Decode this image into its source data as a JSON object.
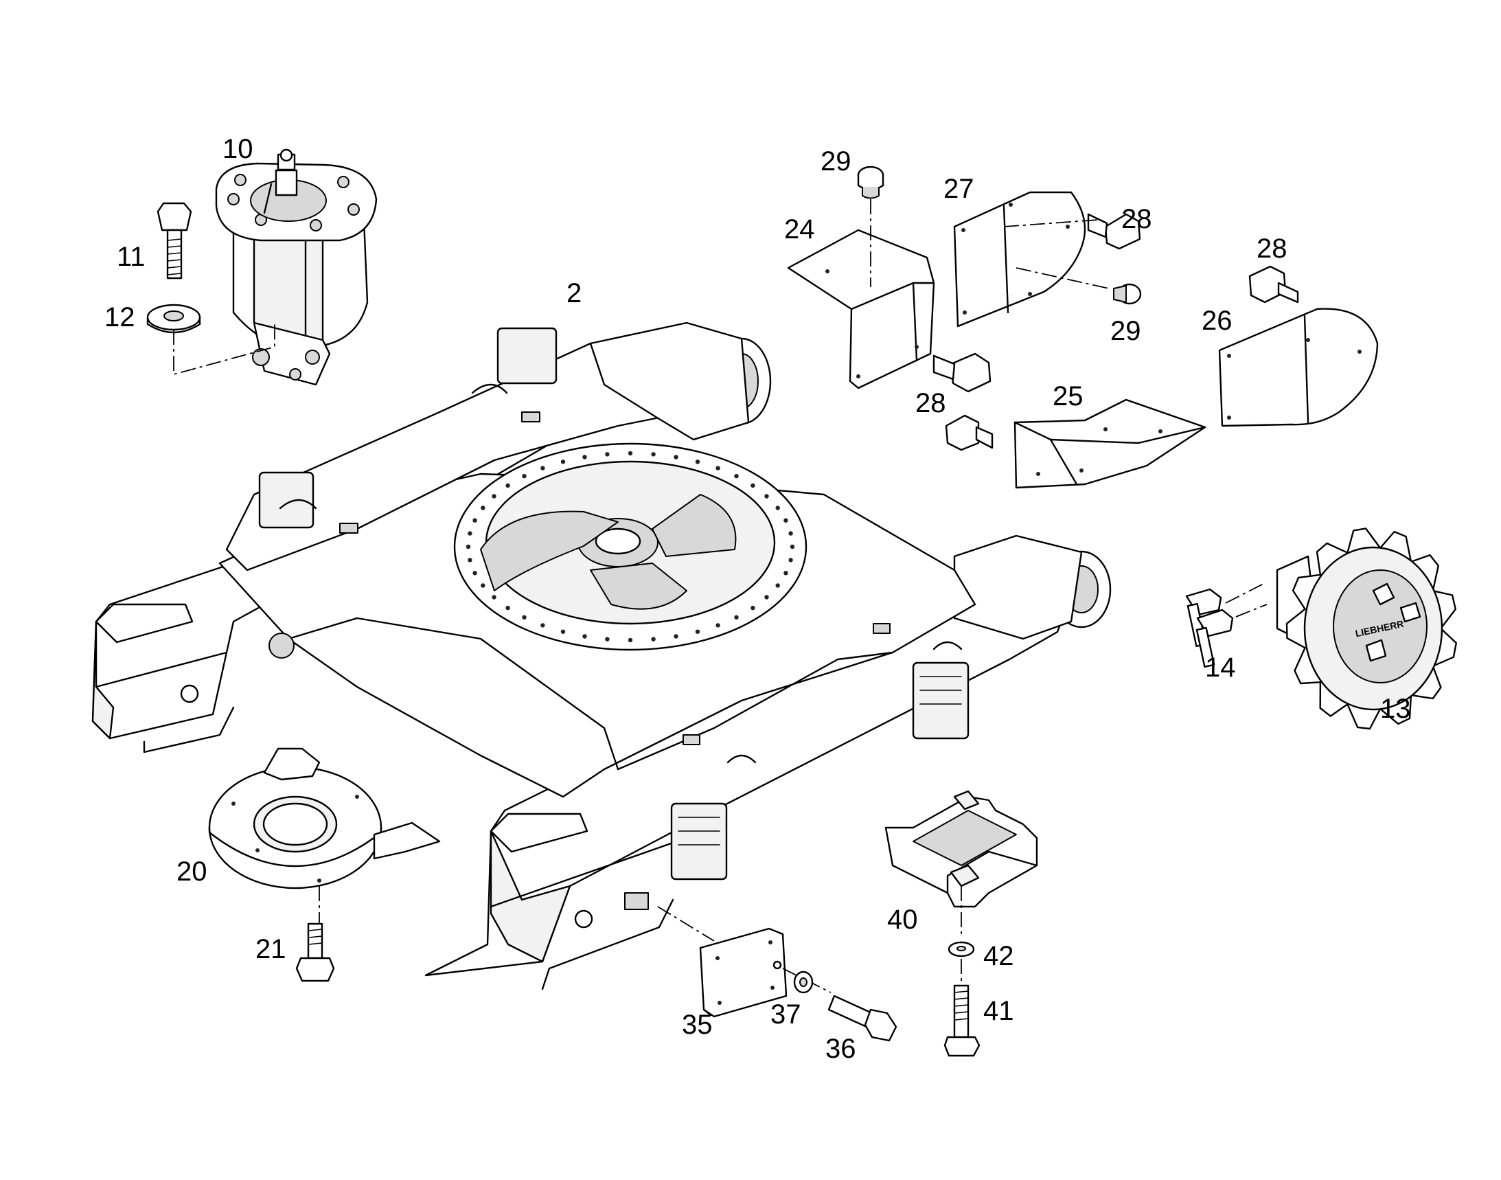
{
  "callouts": {
    "c10": "10",
    "c11": "11",
    "c12": "12",
    "c2": "2",
    "c29a": "29",
    "c24": "24",
    "c27": "27",
    "c28a": "28",
    "c29b": "29",
    "c28b": "28",
    "c26": "26",
    "c28c": "28",
    "c25": "25",
    "c28d": "28",
    "c14": "14",
    "c13": "13",
    "c20": "20",
    "c21": "21",
    "c40": "40",
    "c42": "42",
    "c41": "41",
    "c35": "35",
    "c37": "37",
    "c36": "36"
  },
  "sprocket_brand": "LIEBHERR"
}
